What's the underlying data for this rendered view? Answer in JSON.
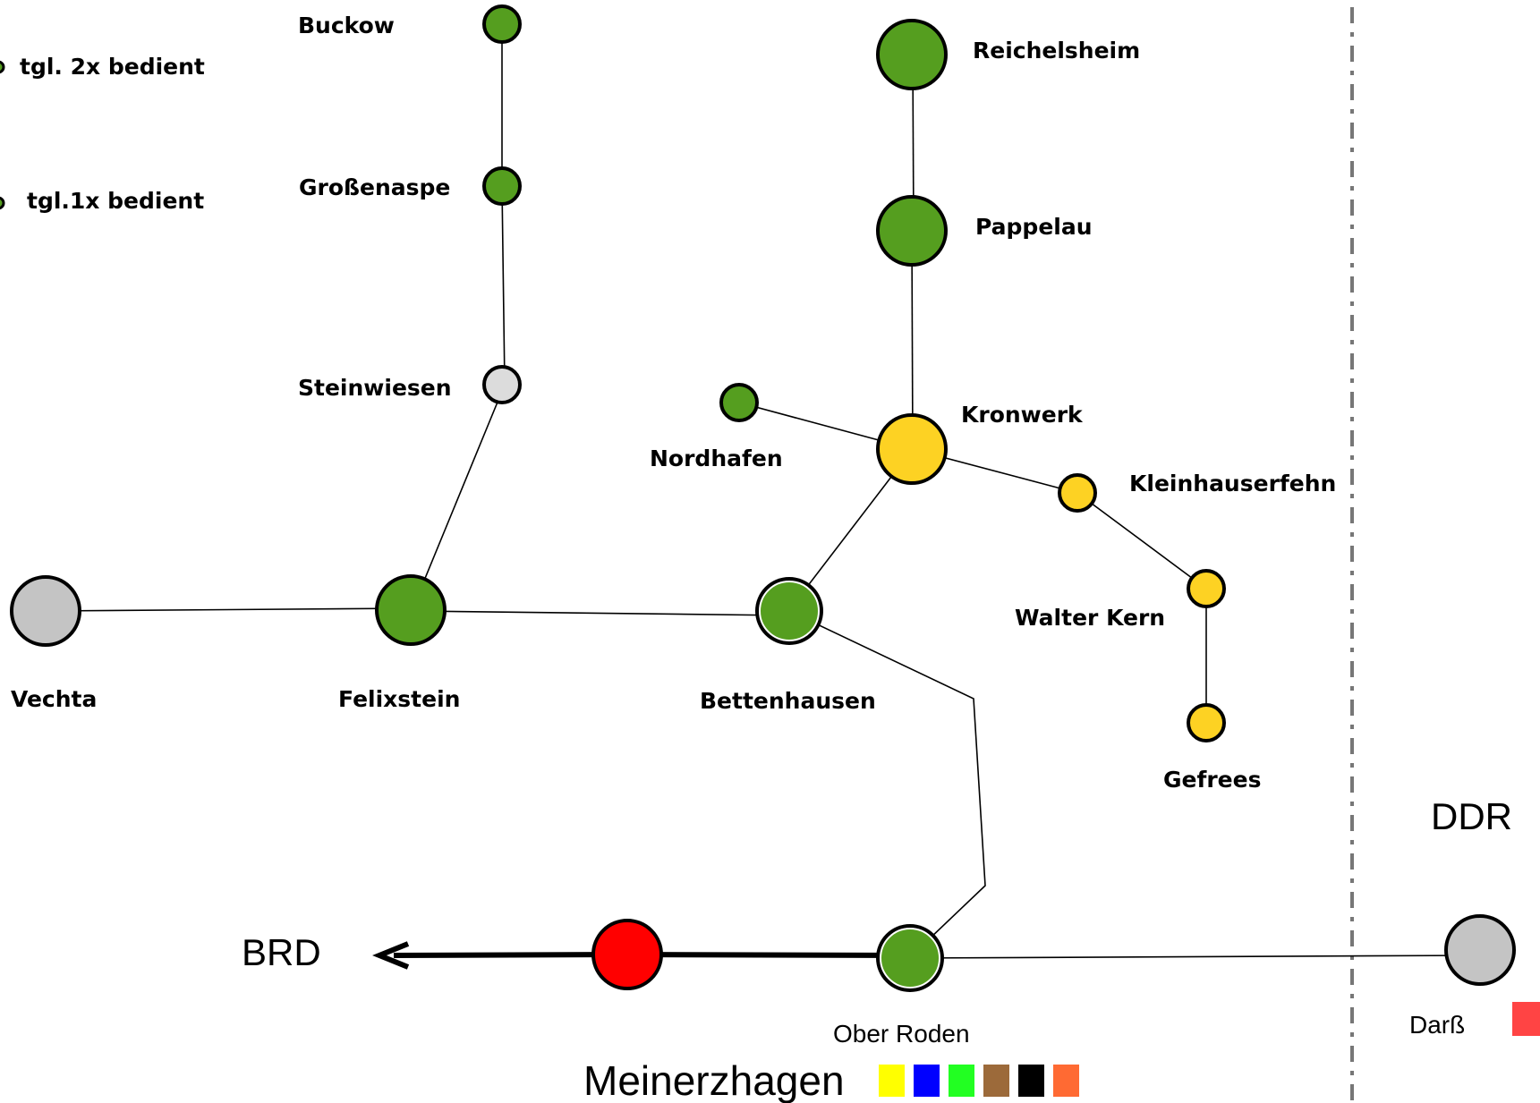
{
  "legend": {
    "daily_twice": "tgl. 2x bedient",
    "daily_once": "tgl.1x bedient"
  },
  "colors": {
    "green": "#559e1f",
    "yellow": "#fdd223",
    "red": "#ff0000",
    "grey": "#c4c4c4",
    "light_grey": "#dcdcdc"
  },
  "stations": {
    "buckow": "Buckow",
    "grossenaspe": "Großenaspe",
    "steinwiesen": "Steinwiesen",
    "reichelsheim": "Reichelsheim",
    "pappelau": "Pappelau",
    "kronwerk": "Kronwerk",
    "nordhafen": "Nordhafen",
    "kleinhauserfehn": "Kleinhauserfehn",
    "walter_kern": "Walter Kern",
    "gefrees": "Gefrees",
    "vechta": "Vechta",
    "felixstein": "Felixstein",
    "bettenhausen": "Bettenhausen",
    "ober_roden": "Ober Roden",
    "darss": "Darß"
  },
  "regions": {
    "brd": "BRD",
    "ddr": "DDR"
  },
  "meinerzhagen": {
    "label": "Meinerzhagen",
    "swatch_colors": [
      "#ffff00",
      "#0000ff",
      "#22ff22",
      "#9c6a3a",
      "#000000",
      "#ff6a33"
    ]
  },
  "darss_swatch_color": "#ff4444"
}
